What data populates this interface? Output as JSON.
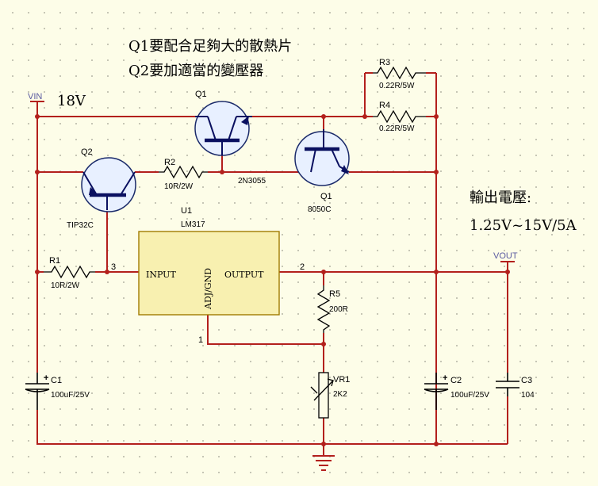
{
  "notes": {
    "line1": "Q1要配合足夠大的散熱片",
    "line2": "Q2要加適當的變壓器"
  },
  "output": {
    "title": "輸出電壓:",
    "range": "1.25V~15V/5A"
  },
  "power": {
    "vin_label": "VIN",
    "vin_value": "18V",
    "vout_label": "VOUT"
  },
  "components": {
    "q1_top": {
      "ref": "Q1",
      "part": "2N3055"
    },
    "q1_right": {
      "ref": "Q1",
      "part": "8050C"
    },
    "q2": {
      "ref": "Q2",
      "part": "TIP32C"
    },
    "r1": {
      "ref": "R1",
      "value": "10R/2W"
    },
    "r2": {
      "ref": "R2",
      "value": "10R/2W"
    },
    "r3": {
      "ref": "R3",
      "value": "0.22R/5W"
    },
    "r4": {
      "ref": "R4",
      "value": "0.22R/5W"
    },
    "r5": {
      "ref": "R5",
      "value": "200R"
    },
    "vr1": {
      "ref": "VR1",
      "value": "2K2"
    },
    "c1": {
      "ref": "C1",
      "value": "100uF/25V"
    },
    "c2": {
      "ref": "C2",
      "value": "100uF/25V"
    },
    "c3": {
      "ref": "C3",
      "value": "104"
    },
    "u1": {
      "ref": "U1",
      "part": "LM317",
      "pin_input": "INPUT",
      "pin_output": "OUTPUT",
      "pin_adj": "ADJ/GND",
      "pin_num_input": "3",
      "pin_num_output": "2",
      "pin_num_adj": "1"
    }
  },
  "colors": {
    "wire": "#b3201c",
    "ic_fill": "#f8f0b0",
    "transistor_fill": "#e8f0ff",
    "background": "#fdfde8"
  }
}
